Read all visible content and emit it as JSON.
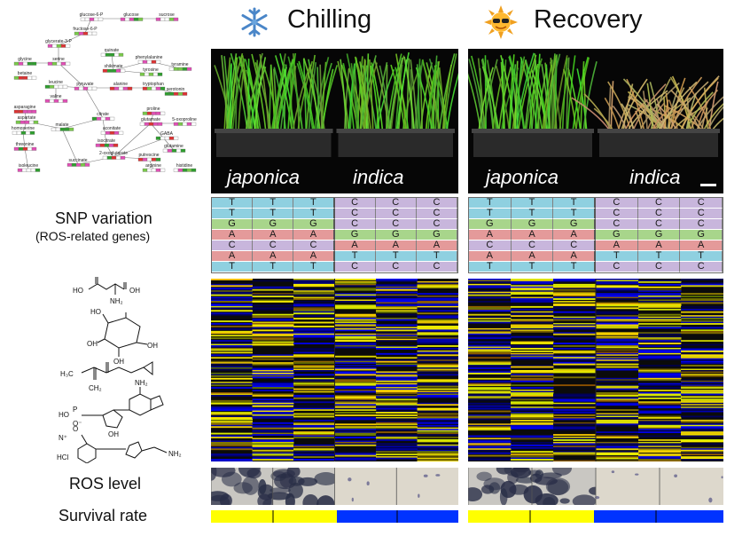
{
  "headers": {
    "chilling": "Chilling",
    "recovery": "Recovery",
    "chilling_icon": "snowflake-icon",
    "recovery_icon": "sun-with-sunglasses-icon"
  },
  "row_labels": {
    "snp_title": "SNP variation",
    "snp_subtitle": "(ROS-related genes)",
    "ros_level": "ROS level",
    "survival_rate": "Survival rate"
  },
  "photos": {
    "chilling": {
      "left_label": "japonica",
      "right_label": "indica"
    },
    "recovery": {
      "left_label": "japonica",
      "right_label": "indica"
    }
  },
  "pathway": {
    "nodes": [
      "glucose-6-P",
      "glucose",
      "sucrose",
      "fructose-6-P",
      "glycerate-3-P",
      "glycine",
      "serine",
      "quinate",
      "phenylalanine",
      "tyramine",
      "betaine",
      "shikimate",
      "tyrosine",
      "leucine",
      "pyruvate",
      "alanine",
      "tryptophan",
      "serotonin",
      "valine",
      "asparagine",
      "aspartate",
      "proline",
      "citrate",
      "homoserine",
      "malate",
      "glutamate",
      "5-oxoproline",
      "aconitate",
      "isocitrate",
      "GABA",
      "threonine",
      "2-oxoglutarate",
      "glutamine",
      "putrescine",
      "isoleucine",
      "succinate",
      "arginine",
      "histidine"
    ]
  },
  "snp": {
    "chilling": [
      [
        "T",
        "T",
        "T",
        "C",
        "C",
        "C"
      ],
      [
        "T",
        "T",
        "T",
        "C",
        "C",
        "C"
      ],
      [
        "G",
        "G",
        "G",
        "C",
        "C",
        "C"
      ],
      [
        "A",
        "A",
        "A",
        "G",
        "G",
        "G"
      ],
      [
        "C",
        "C",
        "C",
        "A",
        "A",
        "A"
      ],
      [
        "A",
        "A",
        "A",
        "T",
        "T",
        "T"
      ],
      [
        "T",
        "T",
        "T",
        "C",
        "C",
        "C"
      ]
    ],
    "recovery": [
      [
        "T",
        "T",
        "T",
        "C",
        "C",
        "C"
      ],
      [
        "T",
        "T",
        "T",
        "C",
        "C",
        "C"
      ],
      [
        "G",
        "G",
        "G",
        "C",
        "C",
        "C"
      ],
      [
        "A",
        "A",
        "A",
        "G",
        "G",
        "G"
      ],
      [
        "C",
        "C",
        "C",
        "A",
        "A",
        "A"
      ],
      [
        "A",
        "A",
        "A",
        "T",
        "T",
        "T"
      ],
      [
        "T",
        "T",
        "T",
        "C",
        "C",
        "C"
      ]
    ],
    "base_colors": {
      "T": "#8fd0e0",
      "C": "#c8b6dc",
      "G": "#a8d58b",
      "A": "#e49a9a"
    }
  },
  "molecules": {
    "aspartate_label_1": "HO",
    "aspartate_label_2": "OH",
    "aspartate_label_3": "NH₂",
    "glucose_label": "HO",
    "glucose_oh_1": "OH",
    "glucose_oh_2": "OH",
    "glucose_oh_3": "OH",
    "glycidyl_label_1": "H₃C",
    "glycidyl_label_2": "CH₂",
    "amp_label_1": "HO",
    "amp_label_2": "P",
    "amp_label_3": "O⁻",
    "amp_label_4": "NH₂",
    "amp_label_5": "OH",
    "prolyl_label_1": "O",
    "prolyl_label_2": "N⁺",
    "prolyl_label_3": "HCl",
    "prolyl_label_4": "NH₂"
  },
  "survival": {
    "high_color": "#ffff00",
    "low_color": "#0033ff"
  }
}
